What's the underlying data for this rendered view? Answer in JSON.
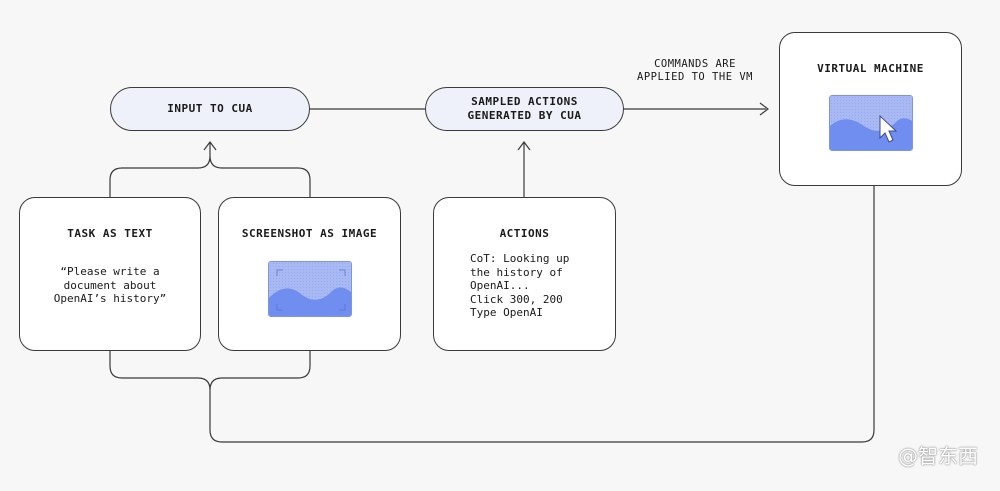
{
  "pills": {
    "input": "INPUT TO CUA",
    "sampled_actions": "SAMPLED ACTIONS\nGENERATED BY CUA"
  },
  "boxes": {
    "task": {
      "title": "TASK AS TEXT",
      "body": "“Please write a\ndocument about\nOpenAI’s history”"
    },
    "screenshot": {
      "title": "SCREENSHOT AS IMAGE"
    },
    "actions": {
      "title": "ACTIONS",
      "body": "CoT: Looking up\nthe history of\nOpenAI...\nClick 300, 200\nType OpenAI"
    },
    "vm": {
      "title": "VIRTUAL MACHINE"
    }
  },
  "edge_label": "COMMANDS ARE\nAPPLIED TO THE VM",
  "icons": {
    "screenshot_image": "screenshot-image-icon",
    "vm_screen": "vm-screen-icon",
    "cursor": "mouse-cursor-icon"
  },
  "colors": {
    "pill_fill": "#eef0fa",
    "icon_light": "#a9b9f3",
    "icon_dark": "#6f8ef0",
    "stroke": "#3a3a3a"
  },
  "watermark": "@智东西"
}
